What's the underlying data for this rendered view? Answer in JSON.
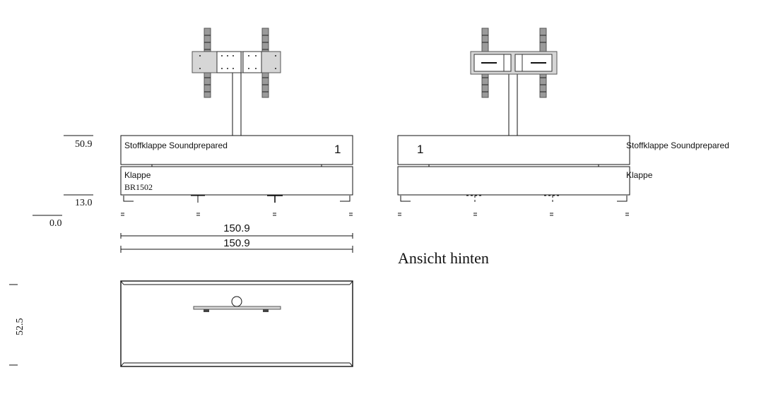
{
  "front_view": {
    "dim_top": "50.9",
    "dim_mid": "13.0",
    "dim_base": "0.0",
    "upper_label": "Stoffklappe Soundprepared",
    "upper_number": "1",
    "lower_label": "Klappe",
    "model_code": "BR1502",
    "width_dim_1": "150.9",
    "width_dim_2": "150.9"
  },
  "rear_view": {
    "upper_number": "1",
    "upper_label": "Stoffklappe Soundprepared",
    "lower_label": "Klappe",
    "title": "Ansicht hinten"
  },
  "top_view": {
    "depth_dim": "52.5"
  }
}
